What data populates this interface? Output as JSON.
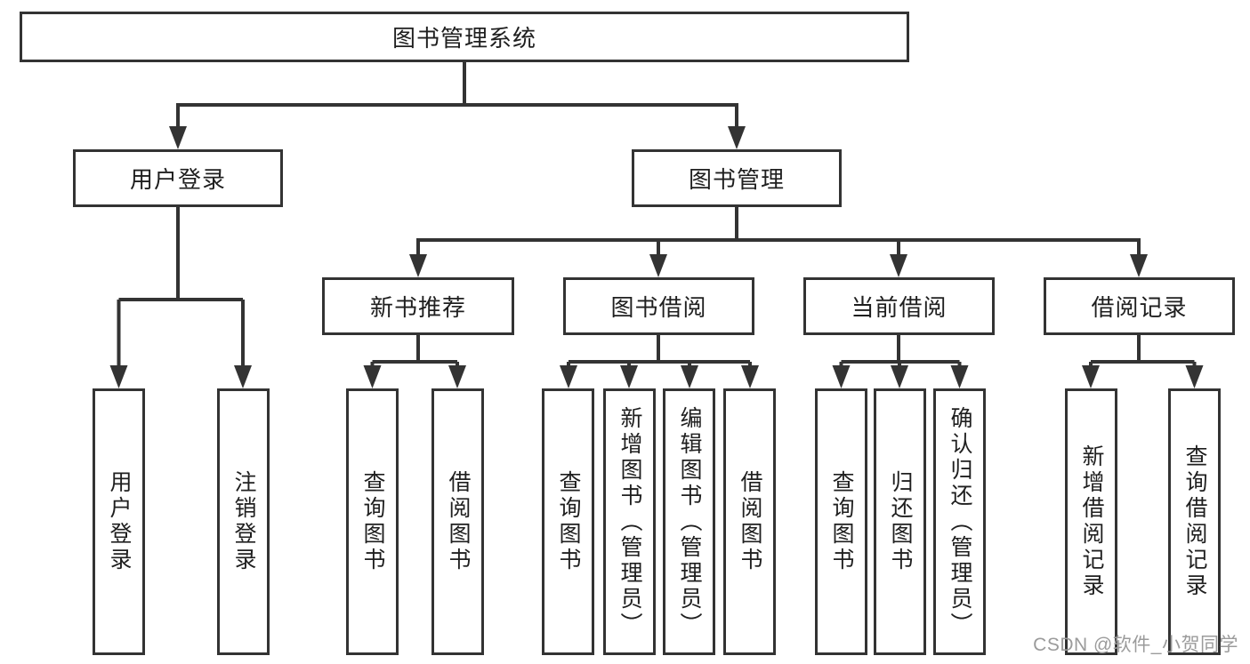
{
  "diagram": {
    "root": {
      "label": "图书管理系统",
      "children": [
        {
          "label": "用户登录",
          "children": [
            {
              "label": "用户登录"
            },
            {
              "label": "注销登录"
            }
          ]
        },
        {
          "label": "图书管理",
          "children": [
            {
              "label": "新书推荐",
              "children": [
                {
                  "label": "查询图书"
                },
                {
                  "label": "借阅图书"
                }
              ]
            },
            {
              "label": "图书借阅",
              "children": [
                {
                  "label": "查询图书"
                },
                {
                  "label": "新增图书（管理员）"
                },
                {
                  "label": "编辑图书（管理员）"
                },
                {
                  "label": "借阅图书"
                }
              ]
            },
            {
              "label": "当前借阅",
              "children": [
                {
                  "label": "查询图书"
                },
                {
                  "label": "归还图书"
                },
                {
                  "label": "确认归还（管理员）"
                }
              ]
            },
            {
              "label": "借阅记录",
              "children": [
                {
                  "label": "新增借阅记录"
                },
                {
                  "label": "查询借阅记录"
                }
              ]
            }
          ]
        }
      ]
    }
  },
  "watermark": {
    "text": "CSDN @软件_小贺同学"
  },
  "colors": {
    "line": "#333333",
    "box_border": "#333333",
    "box_background": "#ffffff",
    "text": "#1f1f1f",
    "watermark": "#9b9b9b",
    "page_background": "#ffffff"
  }
}
